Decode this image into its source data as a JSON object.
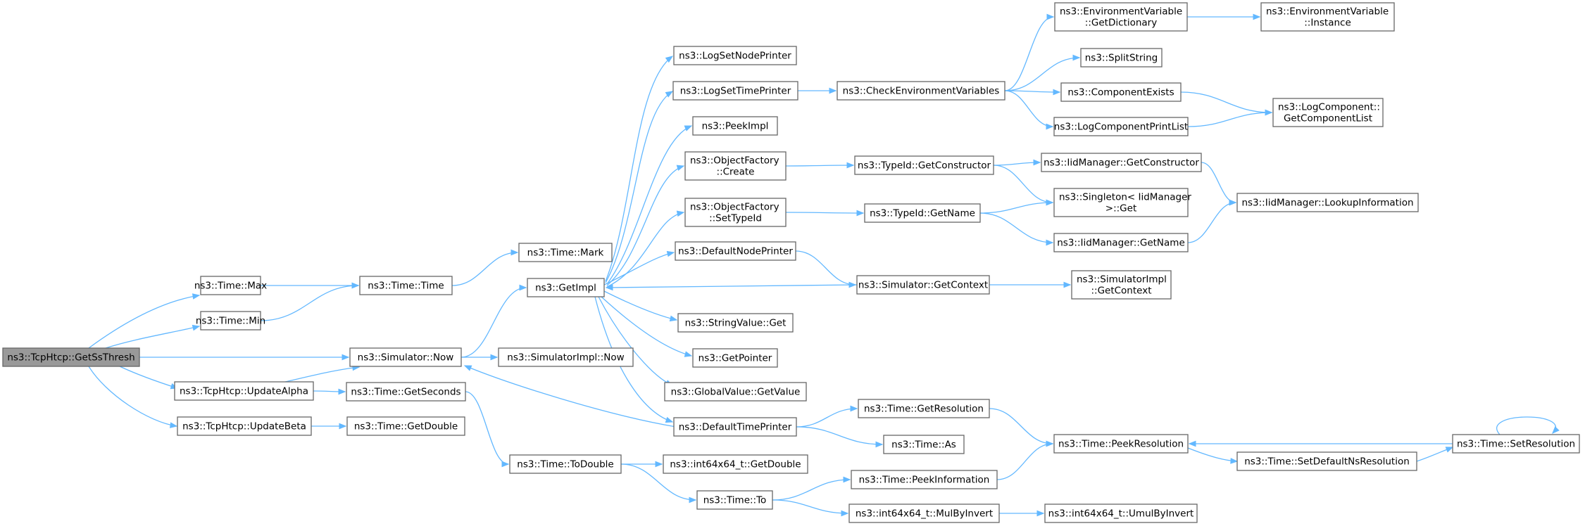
{
  "graph": {
    "nodes": [
      {
        "id": "root",
        "lines": [
          "ns3::TcpHtcp::GetSsThresh"
        ],
        "root": true
      },
      {
        "id": "tmax",
        "lines": [
          "ns3::Time::Max"
        ]
      },
      {
        "id": "tmin",
        "lines": [
          "ns3::Time::Min"
        ]
      },
      {
        "id": "simnow",
        "lines": [
          "ns3::Simulator::Now"
        ]
      },
      {
        "id": "upalpha",
        "lines": [
          "ns3::TcpHtcp::UpdateAlpha"
        ]
      },
      {
        "id": "upbeta",
        "lines": [
          "ns3::TcpHtcp::UpdateBeta"
        ]
      },
      {
        "id": "ttime",
        "lines": [
          "ns3::Time::Time"
        ]
      },
      {
        "id": "tmark",
        "lines": [
          "ns3::Time::Mark"
        ]
      },
      {
        "id": "getimpl",
        "lines": [
          "ns3::GetImpl"
        ]
      },
      {
        "id": "simimplnow",
        "lines": [
          "ns3::SimulatorImpl::Now"
        ]
      },
      {
        "id": "getseconds",
        "lines": [
          "ns3::Time::GetSeconds"
        ]
      },
      {
        "id": "getdouble",
        "lines": [
          "ns3::Time::GetDouble"
        ]
      },
      {
        "id": "todouble",
        "lines": [
          "ns3::Time::ToDouble"
        ]
      },
      {
        "id": "logsetnode",
        "lines": [
          "ns3::LogSetNodePrinter"
        ]
      },
      {
        "id": "logsettime",
        "lines": [
          "ns3::LogSetTimePrinter"
        ]
      },
      {
        "id": "peekimpl",
        "lines": [
          "ns3::PeekImpl"
        ]
      },
      {
        "id": "ofcreate",
        "lines": [
          "ns3::ObjectFactory",
          "::Create"
        ]
      },
      {
        "id": "ofsettype",
        "lines": [
          "ns3::ObjectFactory",
          "::SetTypeId"
        ]
      },
      {
        "id": "defnode",
        "lines": [
          "ns3::DefaultNodePrinter"
        ]
      },
      {
        "id": "strget",
        "lines": [
          "ns3::StringValue::Get"
        ]
      },
      {
        "id": "getptr",
        "lines": [
          "ns3::GetPointer"
        ]
      },
      {
        "id": "gvget",
        "lines": [
          "ns3::GlobalValue::GetValue"
        ]
      },
      {
        "id": "deftime",
        "lines": [
          "ns3::DefaultTimePrinter"
        ]
      },
      {
        "id": "i64getdouble",
        "lines": [
          "ns3::int64x64_t::GetDouble"
        ]
      },
      {
        "id": "tto",
        "lines": [
          "ns3::Time::To"
        ]
      },
      {
        "id": "checkenv",
        "lines": [
          "ns3::CheckEnvironmentVariables"
        ]
      },
      {
        "id": "tidgetctor",
        "lines": [
          "ns3::TypeId::GetConstructor"
        ]
      },
      {
        "id": "tidgetname",
        "lines": [
          "ns3::TypeId::GetName"
        ]
      },
      {
        "id": "simgetctx",
        "lines": [
          "ns3::Simulator::GetContext"
        ]
      },
      {
        "id": "tgetres",
        "lines": [
          "ns3::Time::GetResolution"
        ]
      },
      {
        "id": "tas",
        "lines": [
          "ns3::Time::As"
        ]
      },
      {
        "id": "tpeekinfo",
        "lines": [
          "ns3::Time::PeekInformation"
        ]
      },
      {
        "id": "mulbyinv",
        "lines": [
          "ns3::int64x64_t::MulByInvert"
        ]
      },
      {
        "id": "envdict",
        "lines": [
          "ns3::EnvironmentVariable",
          "::GetDictionary"
        ]
      },
      {
        "id": "splitstr",
        "lines": [
          "ns3::SplitString"
        ]
      },
      {
        "id": "compexists",
        "lines": [
          "ns3::ComponentExists"
        ]
      },
      {
        "id": "logcompprint",
        "lines": [
          "ns3::LogComponentPrintList"
        ]
      },
      {
        "id": "iidgetctor",
        "lines": [
          "ns3::IidManager::GetConstructor"
        ]
      },
      {
        "id": "singleton",
        "lines": [
          "ns3::Singleton< IidManager",
          " >::Get"
        ]
      },
      {
        "id": "iidgetname",
        "lines": [
          "ns3::IidManager::GetName"
        ]
      },
      {
        "id": "simimplctx",
        "lines": [
          "ns3::SimulatorImpl",
          "::GetContext"
        ]
      },
      {
        "id": "tpeekres",
        "lines": [
          "ns3::Time::PeekResolution"
        ]
      },
      {
        "id": "umulbyinv",
        "lines": [
          "ns3::int64x64_t::UmulByInvert"
        ]
      },
      {
        "id": "envinst",
        "lines": [
          "ns3::EnvironmentVariable",
          "::Instance"
        ]
      },
      {
        "id": "logcompget",
        "lines": [
          "ns3::LogComponent::",
          "GetComponentList"
        ]
      },
      {
        "id": "iidlookup",
        "lines": [
          "ns3::IidManager::LookupInformation"
        ]
      },
      {
        "id": "setdefres",
        "lines": [
          "ns3::Time::SetDefaultNsResolution"
        ]
      },
      {
        "id": "tsetres",
        "lines": [
          "ns3::Time::SetResolution"
        ]
      }
    ],
    "edges": [
      [
        "root",
        "tmax"
      ],
      [
        "root",
        "tmin"
      ],
      [
        "root",
        "simnow"
      ],
      [
        "root",
        "upalpha"
      ],
      [
        "root",
        "upbeta"
      ],
      [
        "tmax",
        "ttime"
      ],
      [
        "tmin",
        "ttime"
      ],
      [
        "ttime",
        "tmark"
      ],
      [
        "simnow",
        "getimpl"
      ],
      [
        "simnow",
        "simimplnow"
      ],
      [
        "upalpha",
        "simnow"
      ],
      [
        "upalpha",
        "getseconds"
      ],
      [
        "upbeta",
        "getdouble"
      ],
      [
        "getseconds",
        "todouble"
      ],
      [
        "getimpl",
        "logsetnode"
      ],
      [
        "getimpl",
        "logsettime"
      ],
      [
        "getimpl",
        "peekimpl"
      ],
      [
        "getimpl",
        "ofcreate"
      ],
      [
        "getimpl",
        "ofsettype"
      ],
      [
        "getimpl",
        "defnode"
      ],
      [
        "getimpl",
        "strget"
      ],
      [
        "getimpl",
        "getptr"
      ],
      [
        "getimpl",
        "gvget"
      ],
      [
        "getimpl",
        "deftime"
      ],
      [
        "todouble",
        "i64getdouble"
      ],
      [
        "todouble",
        "tto"
      ],
      [
        "logsettime",
        "checkenv"
      ],
      [
        "ofcreate",
        "tidgetctor"
      ],
      [
        "ofsettype",
        "tidgetname"
      ],
      [
        "defnode",
        "simgetctx"
      ],
      [
        "simgetctx",
        "getimpl"
      ],
      [
        "simgetctx",
        "simimplctx"
      ],
      [
        "deftime",
        "simnow"
      ],
      [
        "deftime",
        "tgetres"
      ],
      [
        "deftime",
        "tas"
      ],
      [
        "tto",
        "tpeekinfo"
      ],
      [
        "tto",
        "mulbyinv"
      ],
      [
        "checkenv",
        "envdict"
      ],
      [
        "checkenv",
        "splitstr"
      ],
      [
        "checkenv",
        "compexists"
      ],
      [
        "checkenv",
        "logcompprint"
      ],
      [
        "tidgetctor",
        "iidgetctor"
      ],
      [
        "tidgetctor",
        "singleton"
      ],
      [
        "tidgetname",
        "singleton"
      ],
      [
        "tidgetname",
        "iidgetname"
      ],
      [
        "tgetres",
        "tpeekres"
      ],
      [
        "tpeekinfo",
        "tpeekres"
      ],
      [
        "mulbyinv",
        "umulbyinv"
      ],
      [
        "envdict",
        "envinst"
      ],
      [
        "compexists",
        "logcompget"
      ],
      [
        "logcompprint",
        "logcompget"
      ],
      [
        "iidgetctor",
        "iidlookup"
      ],
      [
        "iidgetname",
        "iidlookup"
      ],
      [
        "tpeekres",
        "setdefres"
      ],
      [
        "setdefres",
        "tsetres"
      ],
      [
        "tsetres",
        "tpeekres"
      ],
      [
        "tsetres",
        "tsetres"
      ]
    ]
  }
}
